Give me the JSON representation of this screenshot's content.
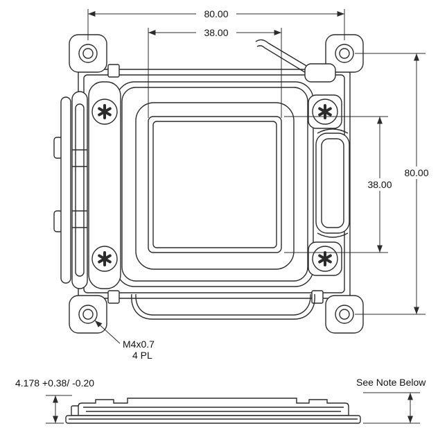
{
  "drawing": {
    "dims": {
      "outer_width": "80.00",
      "inner_width": "38.00",
      "outer_height": "80.00",
      "inner_height": "38.00"
    },
    "callout": {
      "thread": "M4x0.7",
      "places": "4 PL"
    },
    "side": {
      "height": "4.178 +0.38/ -0.20",
      "note": "See Note Below"
    },
    "colors": {
      "line": "#2b2b2b",
      "text": "#111111",
      "background": "#ffffff"
    }
  }
}
